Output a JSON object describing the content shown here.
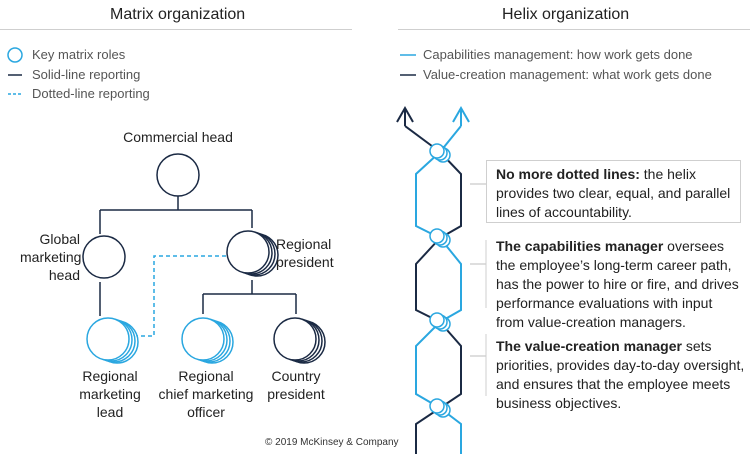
{
  "matrix": {
    "title": "Matrix organization",
    "legend": [
      {
        "label": "Key matrix roles",
        "icon": "circle-outline-icon",
        "color": "#2aa7e0"
      },
      {
        "label": "Solid-line reporting",
        "icon": "solid-line-icon",
        "color": "#1b2a44"
      },
      {
        "label": "Dotted-line reporting",
        "icon": "dotted-line-icon",
        "color": "#2aa7e0"
      }
    ],
    "nodes": {
      "commercial_head": "Commercial head",
      "global_marketing_head": [
        "Global",
        "marketing",
        "head"
      ],
      "regional_president": [
        "Regional",
        "president"
      ],
      "regional_marketing_lead": [
        "Regional",
        "marketing",
        "lead"
      ],
      "regional_cmo": [
        "Regional",
        "chief marketing",
        "officer"
      ],
      "country_president": [
        "Country",
        "president"
      ]
    }
  },
  "helix": {
    "title": "Helix organization",
    "legend": [
      {
        "label": "Capabilities management: how work gets done",
        "color": "#2aa7e0"
      },
      {
        "label": "Value-creation management: what work gets done",
        "color": "#1b2a44"
      }
    ],
    "notes": [
      {
        "bold": "No more dotted lines:",
        "text": " the helix provides two clear, equal, and parallel lines of accountability.",
        "lines": [
          "provides two clear, equal, and parallel",
          "lines of accountability."
        ],
        "first": " the helix"
      },
      {
        "bold": "The capabilities manager",
        "first": " oversees",
        "lines": [
          "the employee’s long-term career path,",
          "has the power to hire or fire, and drives",
          "performance evaluations with input",
          "from value-creation managers."
        ]
      },
      {
        "bold": "The value-creation manager",
        "first": " sets",
        "lines": [
          "priorities, provides day-to-day oversight,",
          "and ensures that the employee meets",
          "business objectives."
        ]
      }
    ]
  },
  "footer": {
    "copyright": "© 2019 McKinsey & Company"
  },
  "colors": {
    "blue": "#2aa7e0",
    "navy": "#1b2a44",
    "grey_rule": "#cfcfcf"
  }
}
